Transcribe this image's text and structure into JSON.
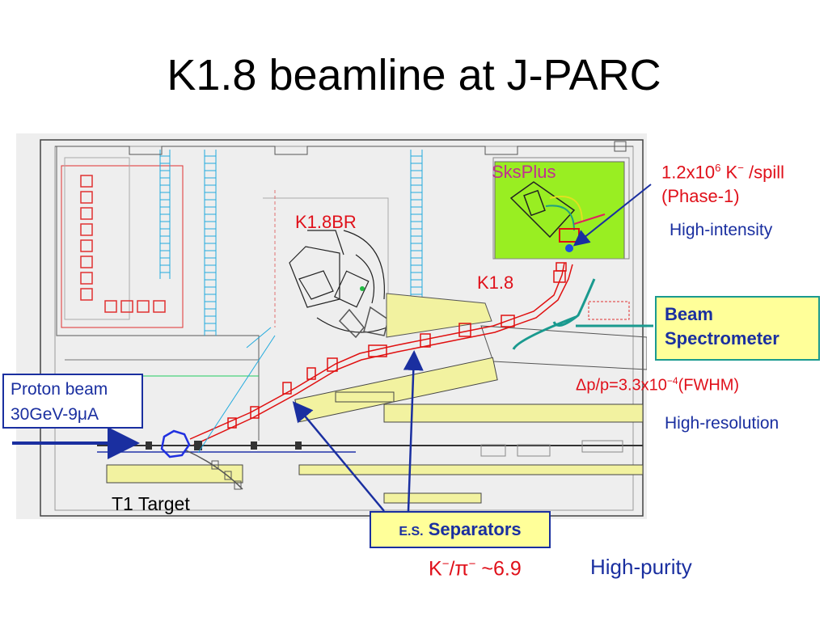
{
  "title": "K1.8 beamline at J-PARC",
  "diagram": {
    "labels": {
      "sksplus": "SksPlus",
      "k18br": "K1.8BR",
      "k18": "K1.8",
      "t1_target": "T1 Target"
    },
    "proton_beam": {
      "line1": "Proton beam",
      "line2": "30GeV-9μA"
    },
    "intensity": {
      "line1_base": "1.2x10",
      "line1_exp": "6",
      "line1_particle": " K",
      "line1_charge": "−",
      "line1_rest": " /spill",
      "line2": "(Phase-1)",
      "tag": "High-intensity"
    },
    "beam_spectrometer": {
      "line1": "Beam",
      "line2": "Spectrometer"
    },
    "resolution": {
      "base": "Δp/p=3.3x10",
      "exp": "−4",
      "rest": "(FWHM)",
      "tag": "High-resolution"
    },
    "separators": {
      "prefix": "E.S.",
      "label": " Separators"
    },
    "purity": {
      "k": "K",
      "k_charge": "−",
      "slash": "/π",
      "pi_charge": "−",
      "ratio": " ~6.9",
      "tag": "High-purity"
    },
    "colors": {
      "title": "#000000",
      "red_text": "#e0101a",
      "blue_text": "#1a2fa0",
      "box_fill": "#ffff99",
      "beam_spec_border": "#1a9a8f",
      "sksplus_area": "#99ee22",
      "magnet_yellow": "#f2f2a0"
    }
  }
}
